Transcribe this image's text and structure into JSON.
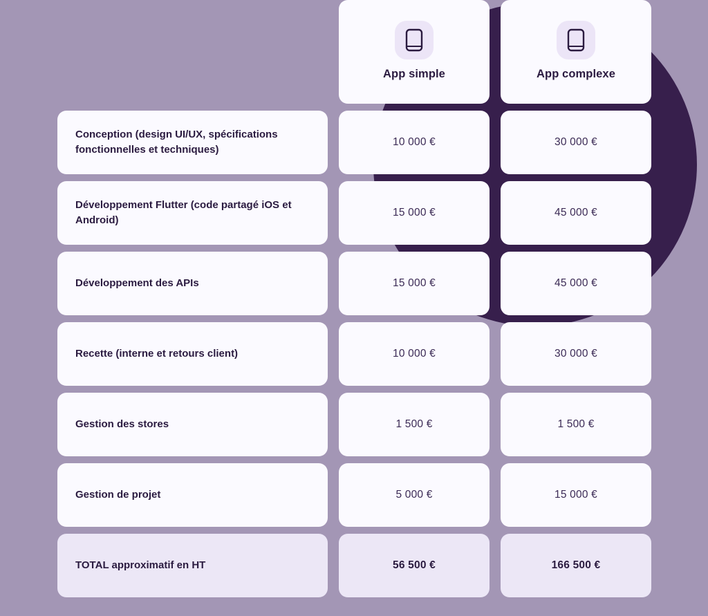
{
  "theme": {
    "page_background": "#a396b5",
    "decoration_circle": "#371f4c",
    "card_background": "#fbfaff",
    "total_card_background": "#ece7f6",
    "text_primary": "#2b1b40",
    "price_text": "#3b2a55",
    "icon_tile_background": "#ece5f7"
  },
  "table": {
    "columns": [
      {
        "label": "App simple",
        "icon": "mobile-phone-icon"
      },
      {
        "label": "App complexe",
        "icon": "mobile-phone-icon"
      }
    ],
    "rows": [
      {
        "label": "Conception (design UI/UX, spécifications fonctionnelles et techniques)",
        "values": [
          "10 000 €",
          "30 000 €"
        ],
        "is_total": false
      },
      {
        "label": "Développement Flutter (code partagé iOS et Android)",
        "values": [
          "15 000 €",
          "45 000 €"
        ],
        "is_total": false
      },
      {
        "label": "Développement des APIs",
        "values": [
          "15 000 €",
          "45 000 €"
        ],
        "is_total": false
      },
      {
        "label": "Recette (interne et retours client)",
        "values": [
          "10 000 €",
          "30 000 €"
        ],
        "is_total": false
      },
      {
        "label": "Gestion des stores",
        "values": [
          "1 500 €",
          "1 500 €"
        ],
        "is_total": false
      },
      {
        "label": "Gestion de projet",
        "values": [
          "5 000 €",
          "15 000 €"
        ],
        "is_total": false
      },
      {
        "label": "TOTAL approximatif en HT",
        "values": [
          "56 500 €",
          "166 500 €"
        ],
        "is_total": true
      }
    ]
  }
}
